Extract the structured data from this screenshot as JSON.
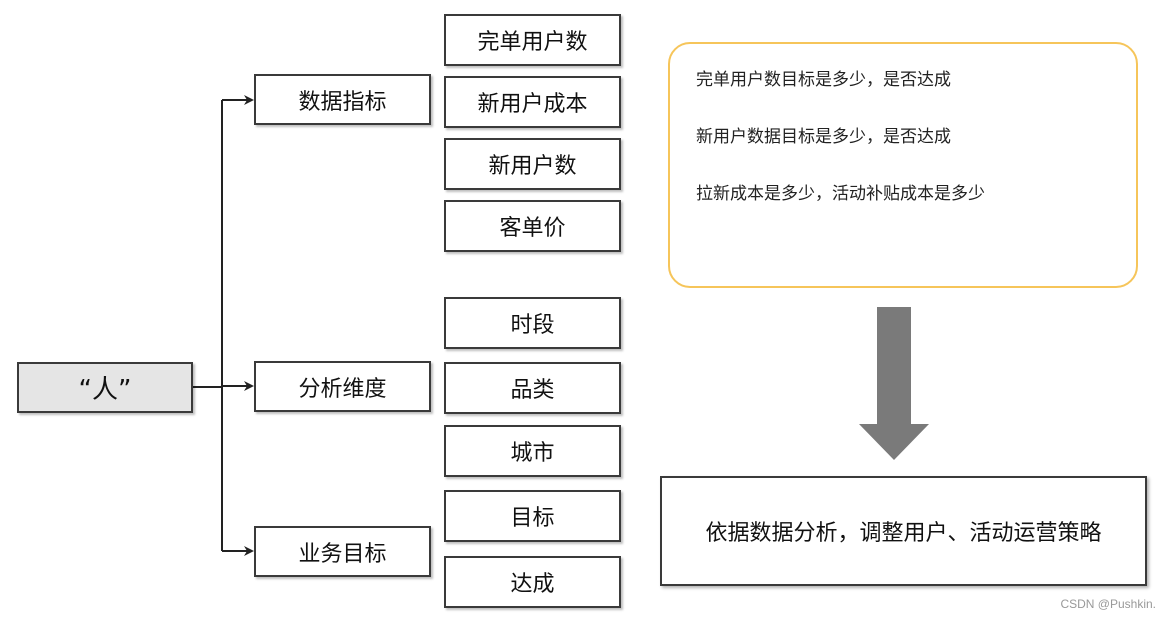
{
  "root": {
    "label": "“人”"
  },
  "branches": [
    {
      "label": "数据指标",
      "children": [
        "完单用户数",
        "新用户成本",
        "新用户数",
        "客单价"
      ]
    },
    {
      "label": "分析维度",
      "children": [
        "时段",
        "品类",
        "城市"
      ]
    },
    {
      "label": "业务目标",
      "children": [
        "目标",
        "达成"
      ]
    }
  ],
  "note": {
    "lines": [
      "完单用户数目标是多少，是否达成",
      "新用户数据目标是多少，是否达成",
      "拉新成本是多少，活动补贴成本是多少"
    ]
  },
  "conclusion": {
    "label": "依据数据分析，调整用户、活动运营策略"
  },
  "watermark": "CSDN @Pushkin.",
  "colors": {
    "note_border": "#f6c55a",
    "arrow": "#7a7a7a",
    "root_fill": "#e5e5e5",
    "line": "#222222"
  }
}
